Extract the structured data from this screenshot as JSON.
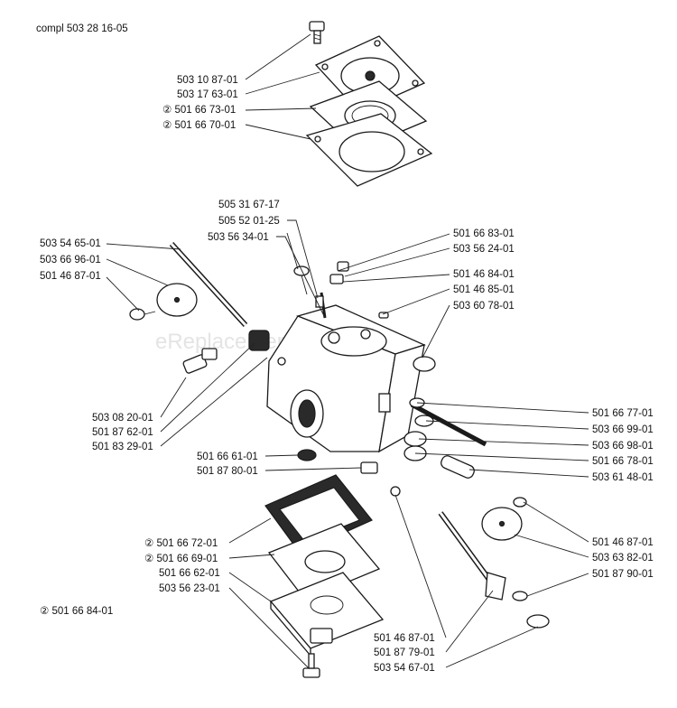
{
  "title": "compl 503 28 16-05",
  "watermark": "eReplacementParts.com",
  "set_symbol": "②",
  "labels": [
    {
      "text": "503 10 87-01",
      "set": false
    },
    {
      "text": "503 17 63-01",
      "set": false
    },
    {
      "text": "501 66 73-01",
      "set": true
    },
    {
      "text": "501 66 70-01",
      "set": true
    },
    {
      "text": "505 31 67-17",
      "set": false
    },
    {
      "text": "505 52 01-25",
      "set": false
    },
    {
      "text": "503 56 34-01",
      "set": false
    },
    {
      "text": "501 66 83-01",
      "set": false
    },
    {
      "text": "503 56 24-01",
      "set": false
    },
    {
      "text": "503 54 65-01",
      "set": false
    },
    {
      "text": "503 66 96-01",
      "set": false
    },
    {
      "text": "501 46 87-01",
      "set": false
    },
    {
      "text": "501 46 84-01",
      "set": false
    },
    {
      "text": "501 46 85-01",
      "set": false
    },
    {
      "text": "503 60 78-01",
      "set": false
    },
    {
      "text": "503 08 20-01",
      "set": false
    },
    {
      "text": "501 87 62-01",
      "set": false
    },
    {
      "text": "501 83 29-01",
      "set": false
    },
    {
      "text": "501 66 77-01",
      "set": false
    },
    {
      "text": "503 66 99-01",
      "set": false
    },
    {
      "text": "503 66 98-01",
      "set": false
    },
    {
      "text": "501 66 78-01",
      "set": false
    },
    {
      "text": "503 61 48-01",
      "set": false
    },
    {
      "text": "501 66 61-01",
      "set": false
    },
    {
      "text": "501 87 80-01",
      "set": false
    },
    {
      "text": "501 66 72-01",
      "set": true
    },
    {
      "text": "501 66 69-01",
      "set": true
    },
    {
      "text": "501 66 62-01",
      "set": false
    },
    {
      "text": "503 56 23-01",
      "set": false
    },
    {
      "text": "501 46 87-01",
      "set": false
    },
    {
      "text": "503 63 82-01",
      "set": false
    },
    {
      "text": "501 87 90-01",
      "set": false
    },
    {
      "text": "501 66 84-01",
      "set": true
    },
    {
      "text": "501 46 87-01",
      "set": false
    },
    {
      "text": "501 87 79-01",
      "set": false
    },
    {
      "text": "503 54 67-01",
      "set": false
    }
  ]
}
